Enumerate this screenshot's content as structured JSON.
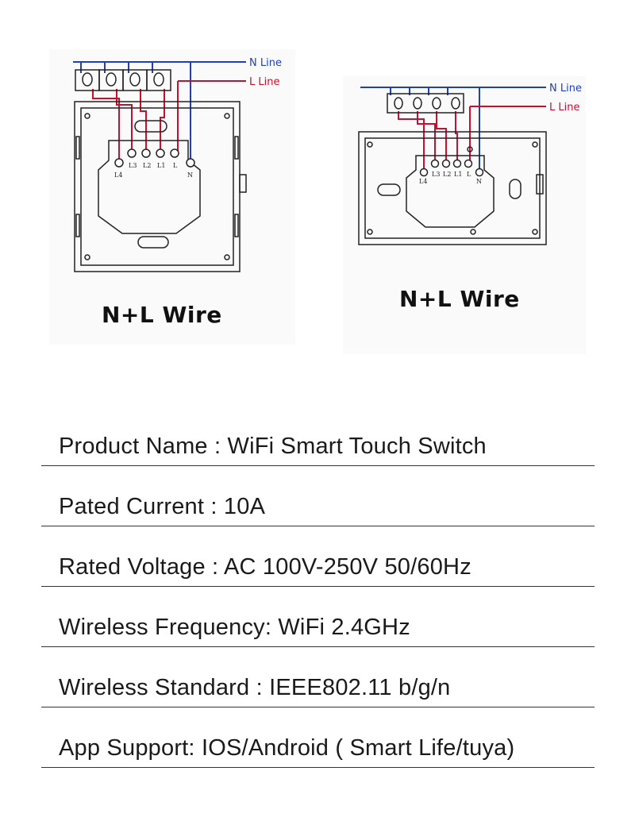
{
  "colors": {
    "n_line": "#1f3fbf",
    "l_line": "#c8102e",
    "outline": "#222222"
  },
  "diagram_left": {
    "n_line_label": "N Line",
    "l_line_label": "L Line",
    "terminals": [
      "L4",
      "L3",
      "L2",
      "L1",
      "L",
      "N"
    ],
    "caption": "N+L Wire"
  },
  "diagram_right": {
    "n_line_label": "N Line",
    "l_line_label": "L Line",
    "terminals": [
      "L4",
      "L3",
      "L2",
      "L1",
      "L",
      "N"
    ],
    "caption": "N+L Wire"
  },
  "specs": [
    "Product Name : WiFi Smart Touch Switch",
    "Pated Current : 10A",
    "Rated Voltage : AC 100V-250V 50/60Hz",
    "Wireless Frequency: WiFi 2.4GHz",
    "Wireless Standard : IEEE802.11 b/g/n",
    "App Support: IOS/Android ( Smart Life/tuya)"
  ]
}
